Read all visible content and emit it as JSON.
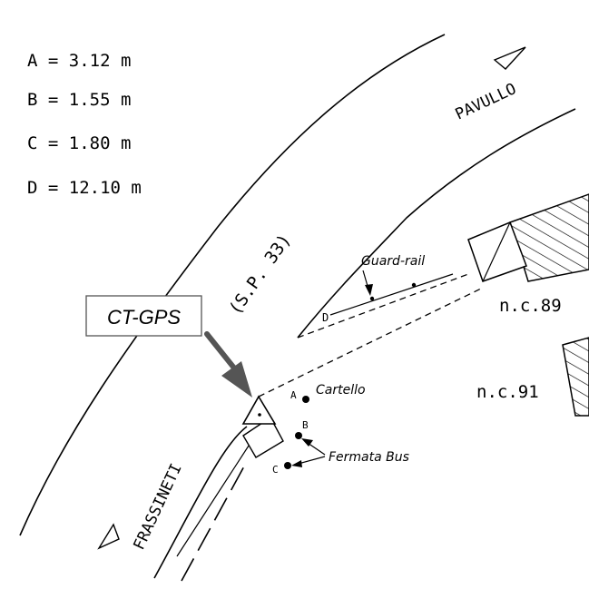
{
  "legend": {
    "lines": [
      "A = 3.12 m",
      "B = 1.55 m",
      "C = 1.80 m",
      "D = 12.10 m"
    ]
  },
  "labels": {
    "road_name": "(S.P. 33)",
    "direction_pavullo": "PAVULLO",
    "direction_frassineti": "FRASSINETI",
    "guard_rail": "Guard-rail",
    "point_d": "D",
    "house_89": "n.c.89",
    "house_91": "n.c.91",
    "point_a": "A",
    "cartello": "Cartello",
    "point_b": "B",
    "point_c": "C",
    "fermata_bus": "Fermata Bus"
  },
  "callout": {
    "label": "CT-GPS",
    "arrow_color": "#555555"
  }
}
